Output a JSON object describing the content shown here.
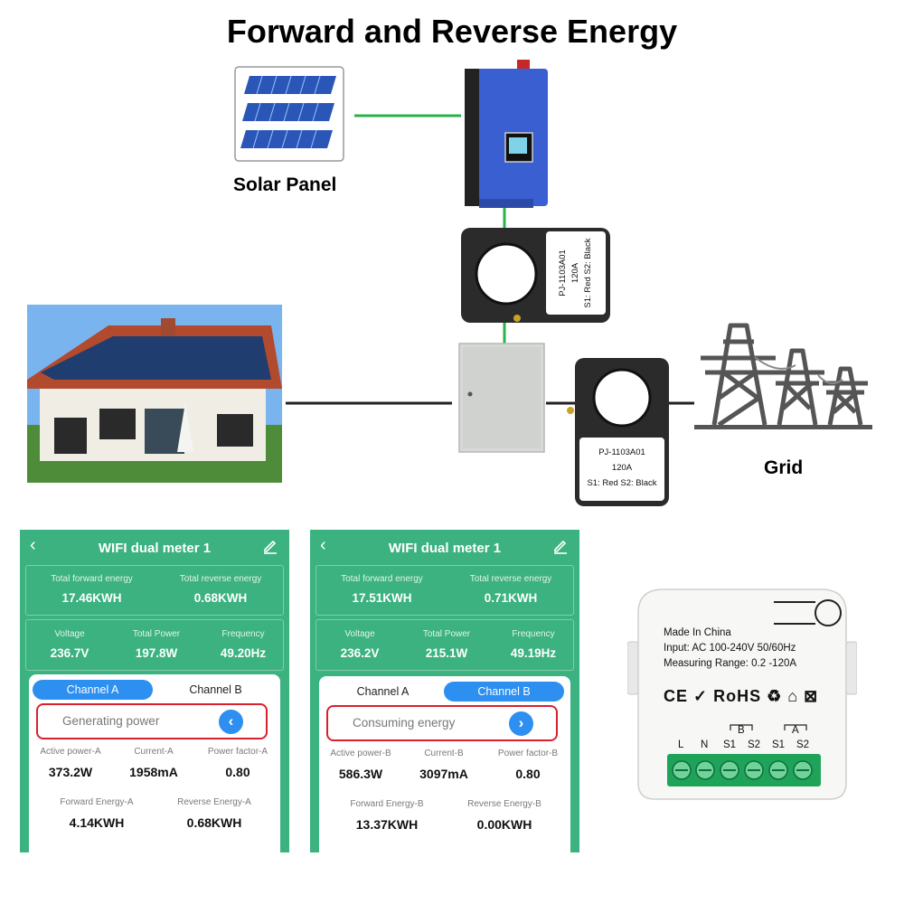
{
  "title": "Forward and Reverse Energy",
  "diagram": {
    "solar_panel_label": "Solar Panel",
    "grid_label": "Grid",
    "ct_top": {
      "line1": "PJ-1103A01",
      "line2": "120A",
      "line3": "S1: Red  S2: Black"
    },
    "ct_bottom": {
      "line1": "PJ-1103A01",
      "line2": "120A",
      "line3": "S1: Red  S2: Black"
    }
  },
  "apps": [
    {
      "title": "WIFI dual meter 1",
      "total_forward_label": "Total  forward energy",
      "total_forward_value": "17.46KWH",
      "total_reverse_label": "Total reverse energy",
      "total_reverse_value": "0.68KWH",
      "voltage_label": "Voltage",
      "voltage_value": "236.7V",
      "total_power_label": "Total Power",
      "total_power_value": "197.8W",
      "frequency_label": "Frequency",
      "frequency_value": "49.20Hz",
      "tab_a": "Channel A",
      "tab_b": "Channel B",
      "active_tab": "A",
      "mode_text": "Generating power",
      "active_power_label": "Active power-A",
      "active_power_value": "373.2W",
      "current_label": "Current-A",
      "current_value": "1958mA",
      "power_factor_label": "Power factor-A",
      "power_factor_value": "0.80",
      "forward_energy_label": "Forward Energy-A",
      "forward_energy_value": "4.14KWH",
      "reverse_energy_label": "Reverse Energy-A",
      "reverse_energy_value": "0.68KWH"
    },
    {
      "title": "WIFI dual meter 1",
      "total_forward_label": "Total  forward energy",
      "total_forward_value": "17.51KWH",
      "total_reverse_label": "Total reverse energy",
      "total_reverse_value": "0.71KWH",
      "voltage_label": "Voltage",
      "voltage_value": "236.2V",
      "total_power_label": "Total Power",
      "total_power_value": "215.1W",
      "frequency_label": "Frequency",
      "frequency_value": "49.19Hz",
      "tab_a": "Channel A",
      "tab_b": "Channel B",
      "active_tab": "B",
      "mode_text": "Consuming energy",
      "active_power_label": "Active power-B",
      "active_power_value": "586.3W",
      "current_label": "Current-B",
      "current_value": "3097mA",
      "power_factor_label": "Power factor-B",
      "power_factor_value": "0.80",
      "forward_energy_label": "Forward Energy-B",
      "forward_energy_value": "13.37KWH",
      "reverse_energy_label": "Reverse Energy-B",
      "reverse_energy_value": "0.00KWH"
    }
  ],
  "meter": {
    "line1": "Made In China",
    "line2": "Input: AC 100-240V 50/60Hz",
    "line3": "Measuring Range: 0.2 -120A",
    "cert_marks": "CE ✓ RoHS ♻ ⌂ ⊠",
    "group_b": "B",
    "group_a": "A",
    "terminals": [
      "L",
      "N",
      "S1",
      "S2",
      "S1",
      "S2"
    ]
  },
  "colors": {
    "app_green": "#3bb27f",
    "tab_blue": "#2d8ff0",
    "highlight_red": "#d9202c",
    "wire_green": "#2bb24c",
    "inverter_blue": "#3a5fd0",
    "terminal_green": "#1fa35a"
  }
}
